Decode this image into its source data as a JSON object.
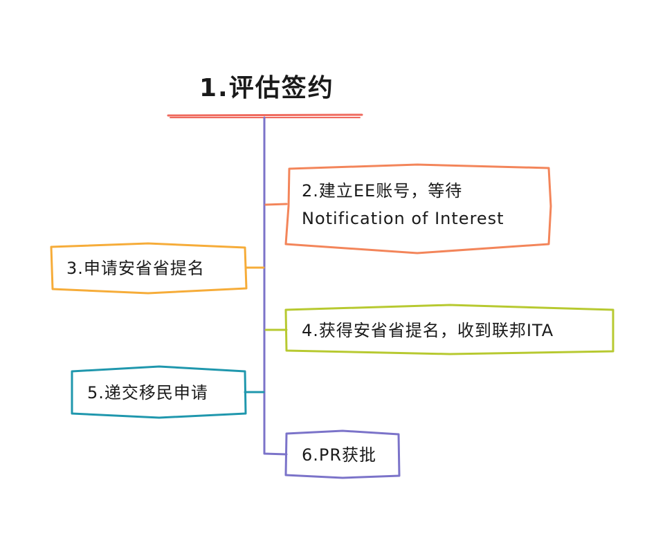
{
  "title": "1.评估签约",
  "colors": {
    "title_underline": "#ef6a5e",
    "spine": "#7b73c9",
    "step2": "#f3855a",
    "step3": "#f6ac39",
    "step4": "#b7c930",
    "step5": "#1f97ad",
    "step6": "#7b73c9"
  },
  "steps": [
    {
      "label_line1": "2.建立EE账号，等待",
      "label_line2": "Notification of Interest"
    },
    {
      "label_line1": "3.申请安省省提名"
    },
    {
      "label_line1": "4.获得安省省提名，收到联邦ITA"
    },
    {
      "label_line1": "5.递交移民申请"
    },
    {
      "label_line1": "6.PR获批"
    }
  ]
}
